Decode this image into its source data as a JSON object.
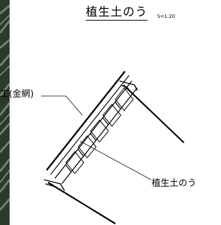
{
  "title": "植生土のう",
  "scale_note": "S=1:20",
  "label_left": "工(金網)",
  "label_right": "植生土のう"
}
